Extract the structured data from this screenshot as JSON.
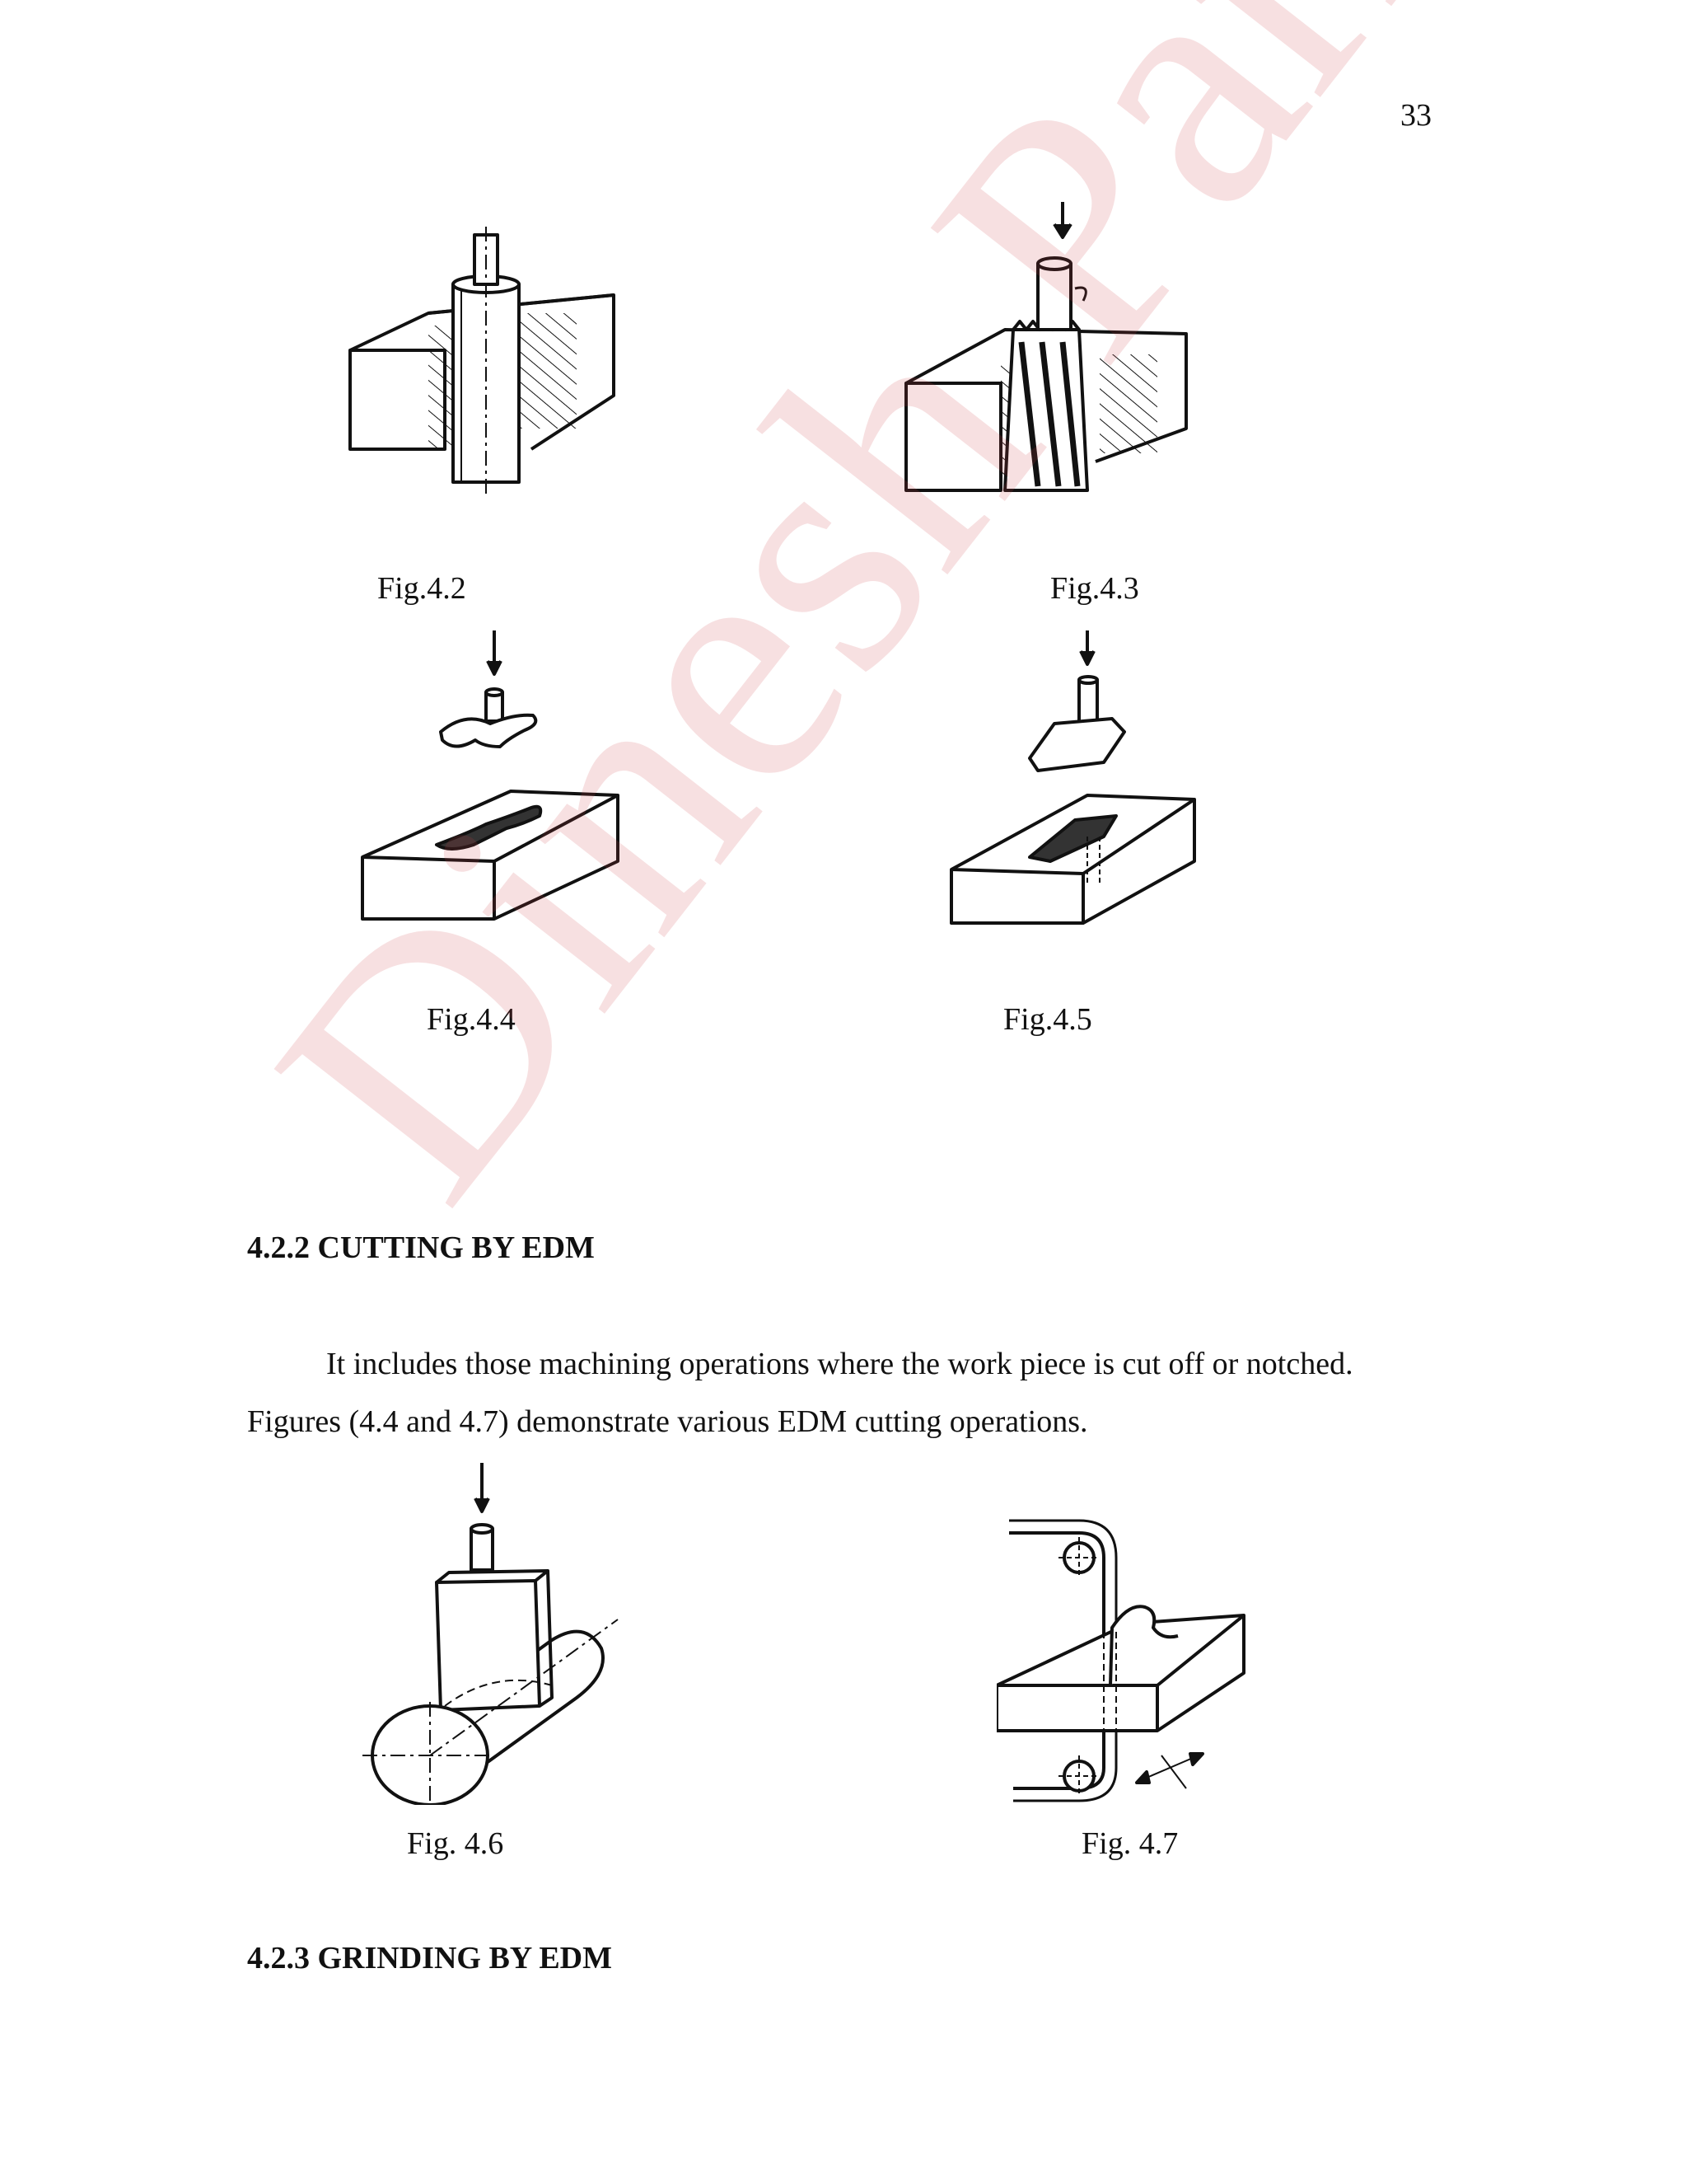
{
  "page": {
    "number": "33"
  },
  "watermark": {
    "text": "Dinesh Parmal",
    "color": "#d03c46"
  },
  "figures": {
    "fig_4_2": {
      "caption": "Fig.4.2"
    },
    "fig_4_3": {
      "caption": "Fig.4.3"
    },
    "fig_4_4": {
      "caption": "Fig.4.4"
    },
    "fig_4_5": {
      "caption": "Fig.4.5"
    },
    "fig_4_6": {
      "caption": "Fig. 4.6"
    },
    "fig_4_7": {
      "caption": "Fig. 4.7"
    }
  },
  "sections": {
    "cutting": {
      "heading": "4.2.2 CUTTING BY EDM",
      "para_line1": "It includes those machining operations where the work piece is cut off or notched.",
      "para_line2": "Figures (4.4 and 4.7) demonstrate various EDM cutting operations."
    },
    "grinding": {
      "heading": "4.2.3 GRINDING BY EDM"
    }
  }
}
